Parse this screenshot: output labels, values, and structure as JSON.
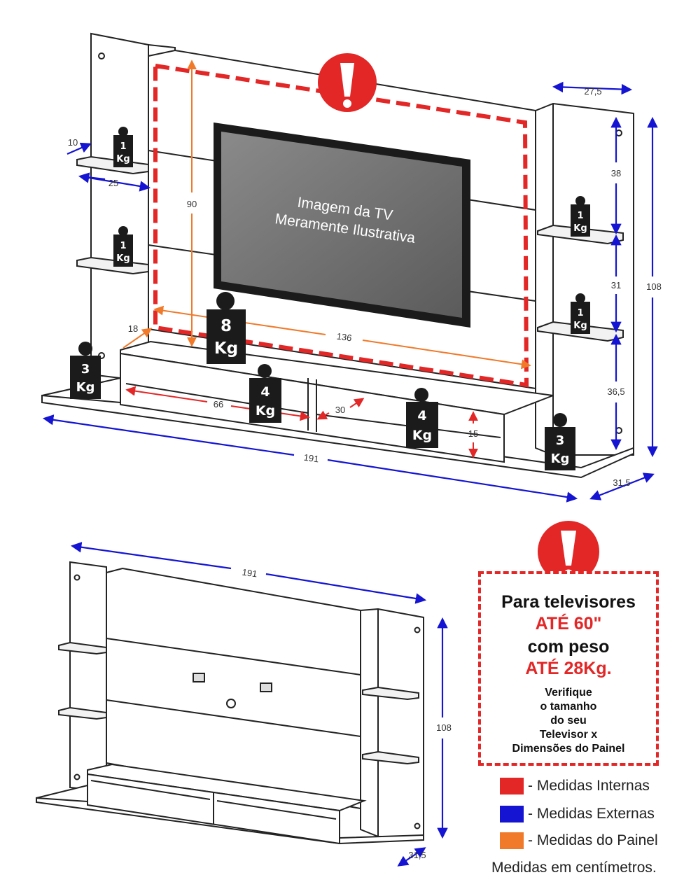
{
  "colors": {
    "internal": "#e32626",
    "external": "#1414d2",
    "panel": "#f07a2a"
  },
  "top_view": {
    "tv_caption_line1": "Imagem da TV",
    "tv_caption_line2": "Meramente Ilustrativa",
    "dims": {
      "width_total": "191",
      "depth_total": "31,5",
      "height_total": "108",
      "side_width": "27,5",
      "shelf_depth": "10",
      "shelf_width": "25",
      "panel_height": "90",
      "panel_width": "136",
      "base_depth": "18",
      "niche_width": "66",
      "niche_small": "30",
      "niche_height": "15",
      "shelf_gap_1": "38",
      "shelf_gap_2": "31",
      "shelf_gap_3": "36,5"
    },
    "weights": {
      "shelf_left_top": {
        "num": "1",
        "unit": "Kg"
      },
      "shelf_left_mid": {
        "num": "1",
        "unit": "Kg"
      },
      "shelf_right_top": {
        "num": "1",
        "unit": "Kg"
      },
      "shelf_right_mid": {
        "num": "1",
        "unit": "Kg"
      },
      "base_center": {
        "num": "8",
        "unit": "Kg"
      },
      "base_left": {
        "num": "3",
        "unit": "Kg"
      },
      "niche_left": {
        "num": "4",
        "unit": "Kg"
      },
      "niche_right": {
        "num": "4",
        "unit": "Kg"
      },
      "base_right": {
        "num": "3",
        "unit": "Kg"
      }
    }
  },
  "bottom_view": {
    "dims": {
      "width_total": "191",
      "height_total": "108",
      "depth_total": "31,5"
    }
  },
  "warning": {
    "line1": "Para televisores",
    "line2": "ATÉ 60\"",
    "line3": "com peso",
    "line4": "ATÉ 28Kg.",
    "line5": "Verifique",
    "line6": "o tamanho",
    "line7": "do seu",
    "line8": "Televisor x",
    "line9": "Dimensões do Painel"
  },
  "legend": {
    "internal": "- Medidas Internas",
    "external": "- Medidas Externas",
    "panel": "- Medidas do Painel"
  },
  "units_note": "Medidas em centímetros."
}
